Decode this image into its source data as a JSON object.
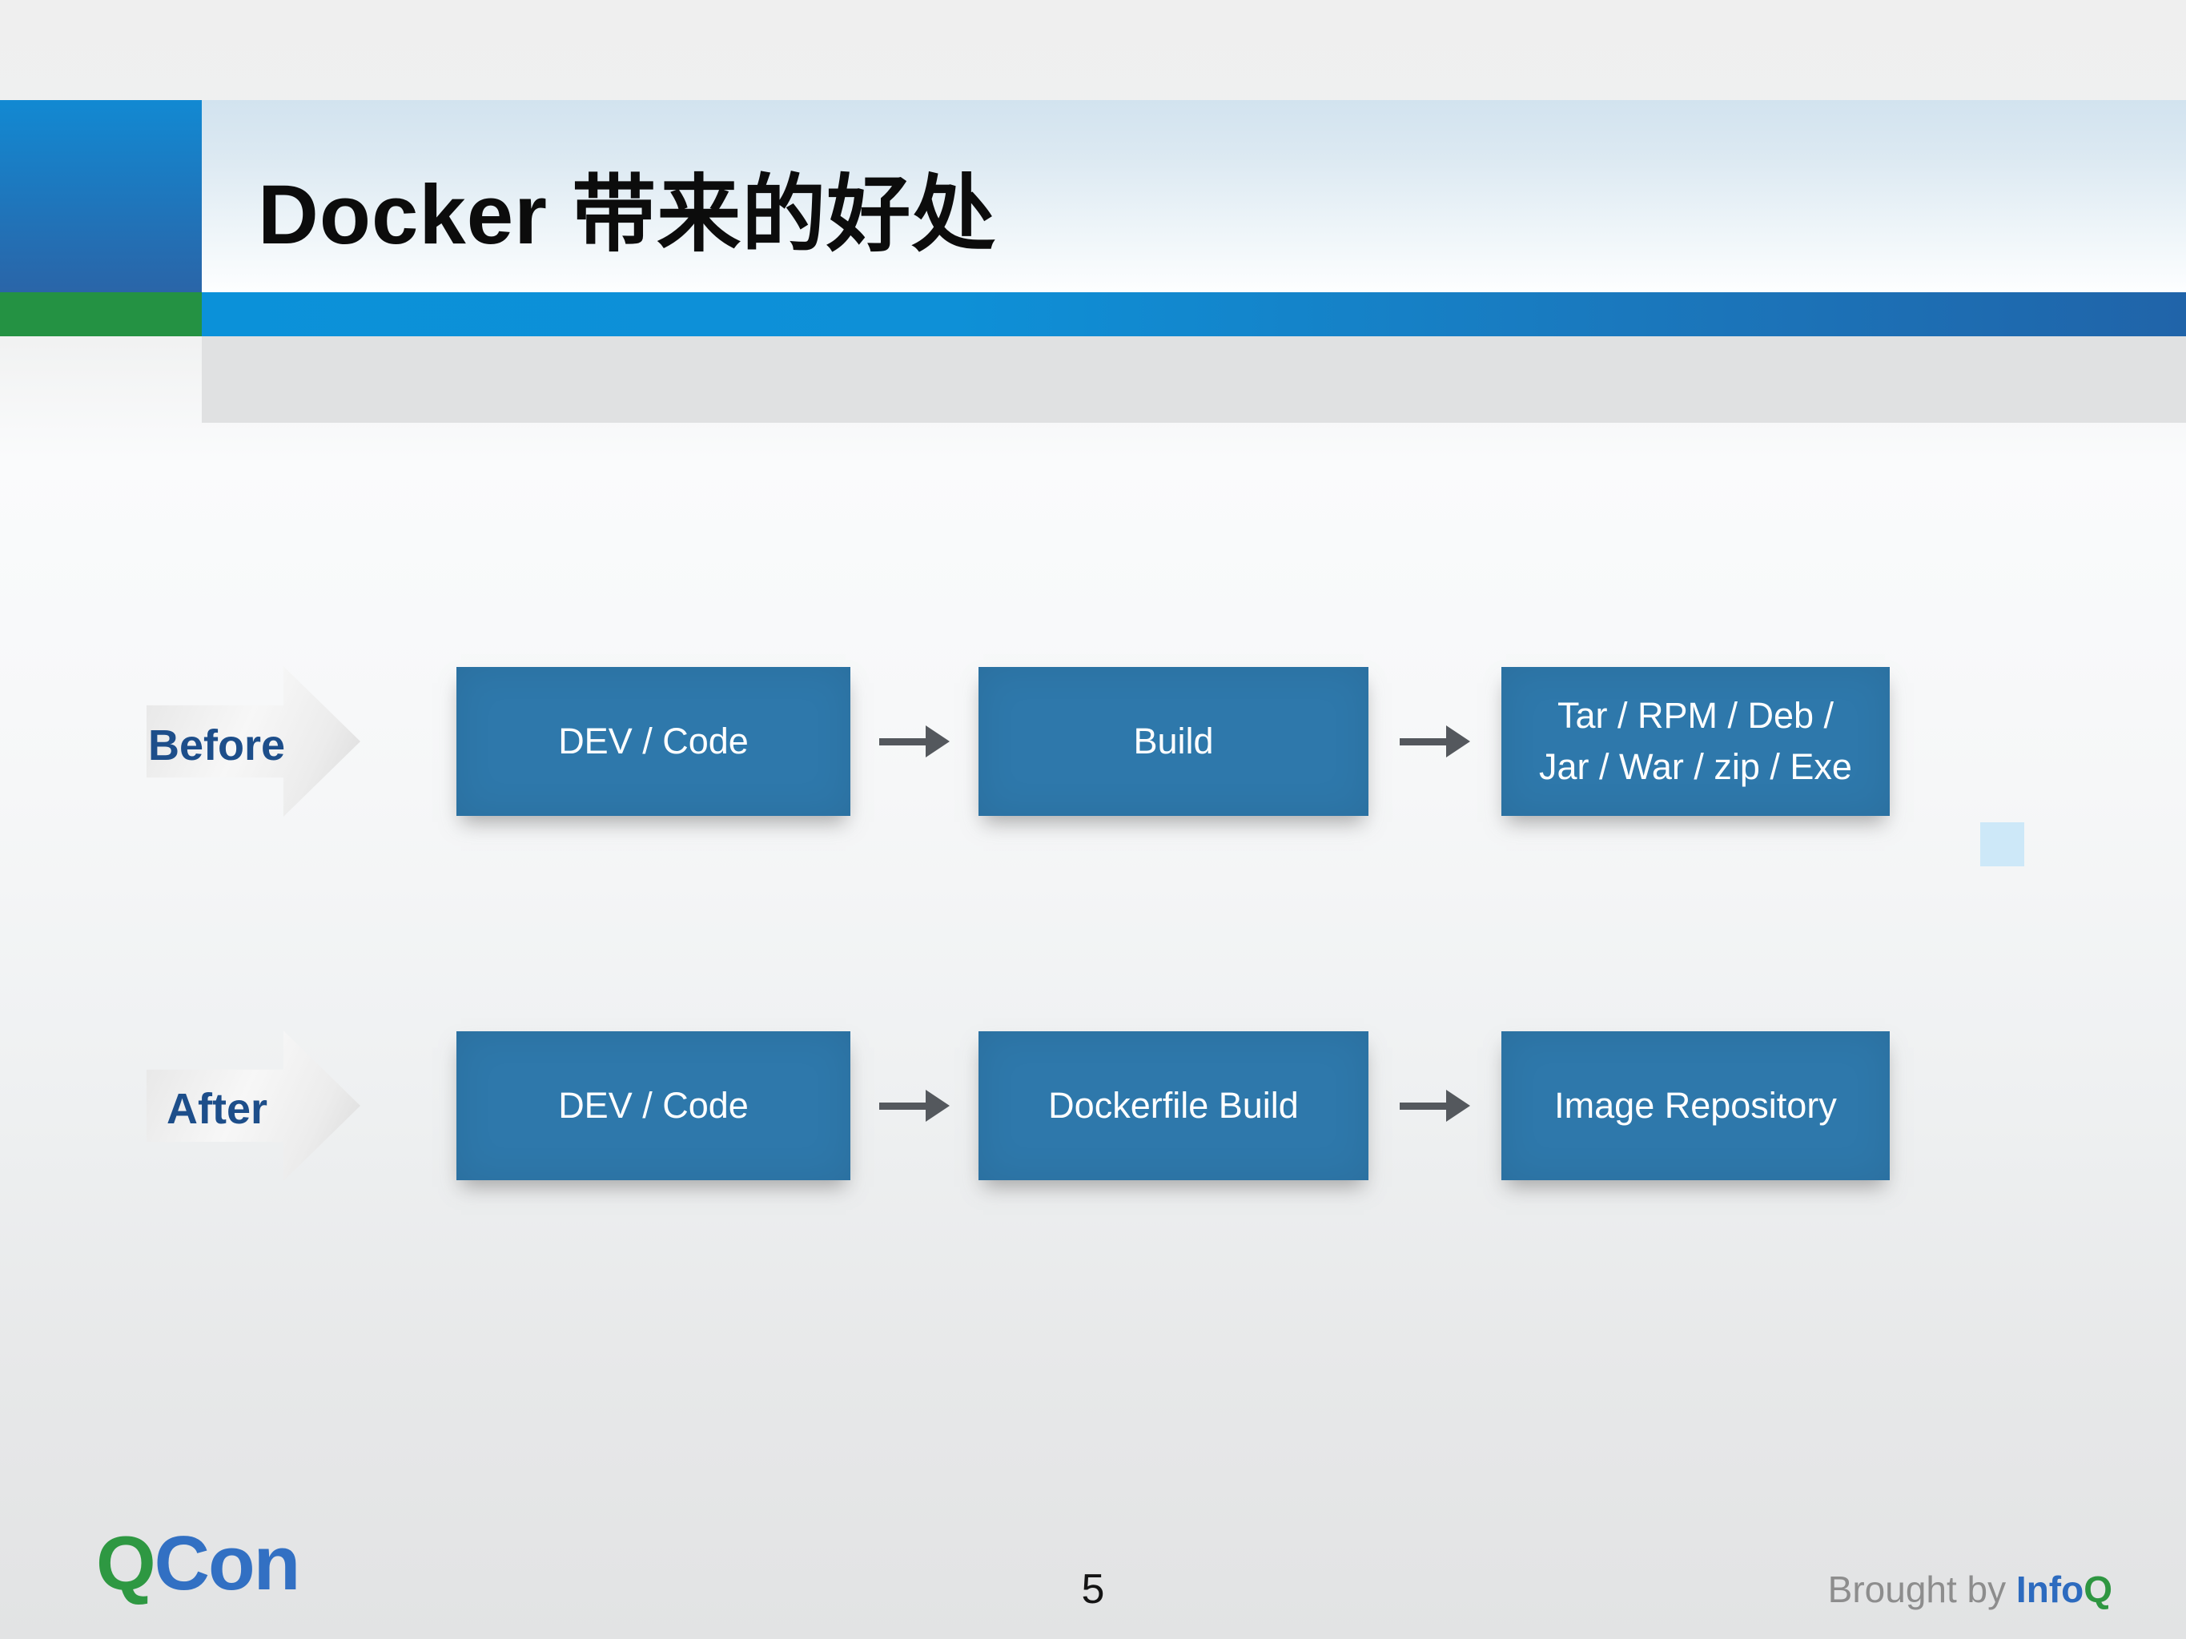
{
  "slide": {
    "title": "Docker 带来的好处",
    "page_number": "5"
  },
  "diagram": {
    "rows": [
      {
        "label": "Before",
        "boxes": [
          {
            "line1": "DEV / Code",
            "line2": ""
          },
          {
            "line1": "Build",
            "line2": ""
          },
          {
            "line1": "Tar / RPM / Deb /",
            "line2": "Jar / War / zip / Exe"
          }
        ]
      },
      {
        "label": "After",
        "boxes": [
          {
            "line1": "DEV / Code",
            "line2": ""
          },
          {
            "line1": "Dockerfile Build",
            "line2": ""
          },
          {
            "line1": "Image Repository",
            "line2": ""
          }
        ]
      }
    ]
  },
  "footer": {
    "qcon": {
      "q": "Q",
      "con": "Con"
    },
    "brought_by": "Brought by",
    "infoq": {
      "info": "Info",
      "q": "Q"
    }
  },
  "colors": {
    "box_blue": "#2e78ab",
    "stripe_left": "#0b91d9",
    "stripe_right": "#2064a9",
    "green_accent": "#249243",
    "header_square_top": "#1289d2",
    "header_square_bottom": "#2a65a8",
    "label_navy": "#1d4e8a",
    "connector_gray": "#54585d",
    "mini_square_blue": "#cde8f8",
    "qcon_green": "#2e9842",
    "qcon_blue": "#3270c3",
    "infoq_blue": "#2d6bbf",
    "infoq_green": "#2e9641",
    "brought_by_gray": "#8d8d8d"
  }
}
